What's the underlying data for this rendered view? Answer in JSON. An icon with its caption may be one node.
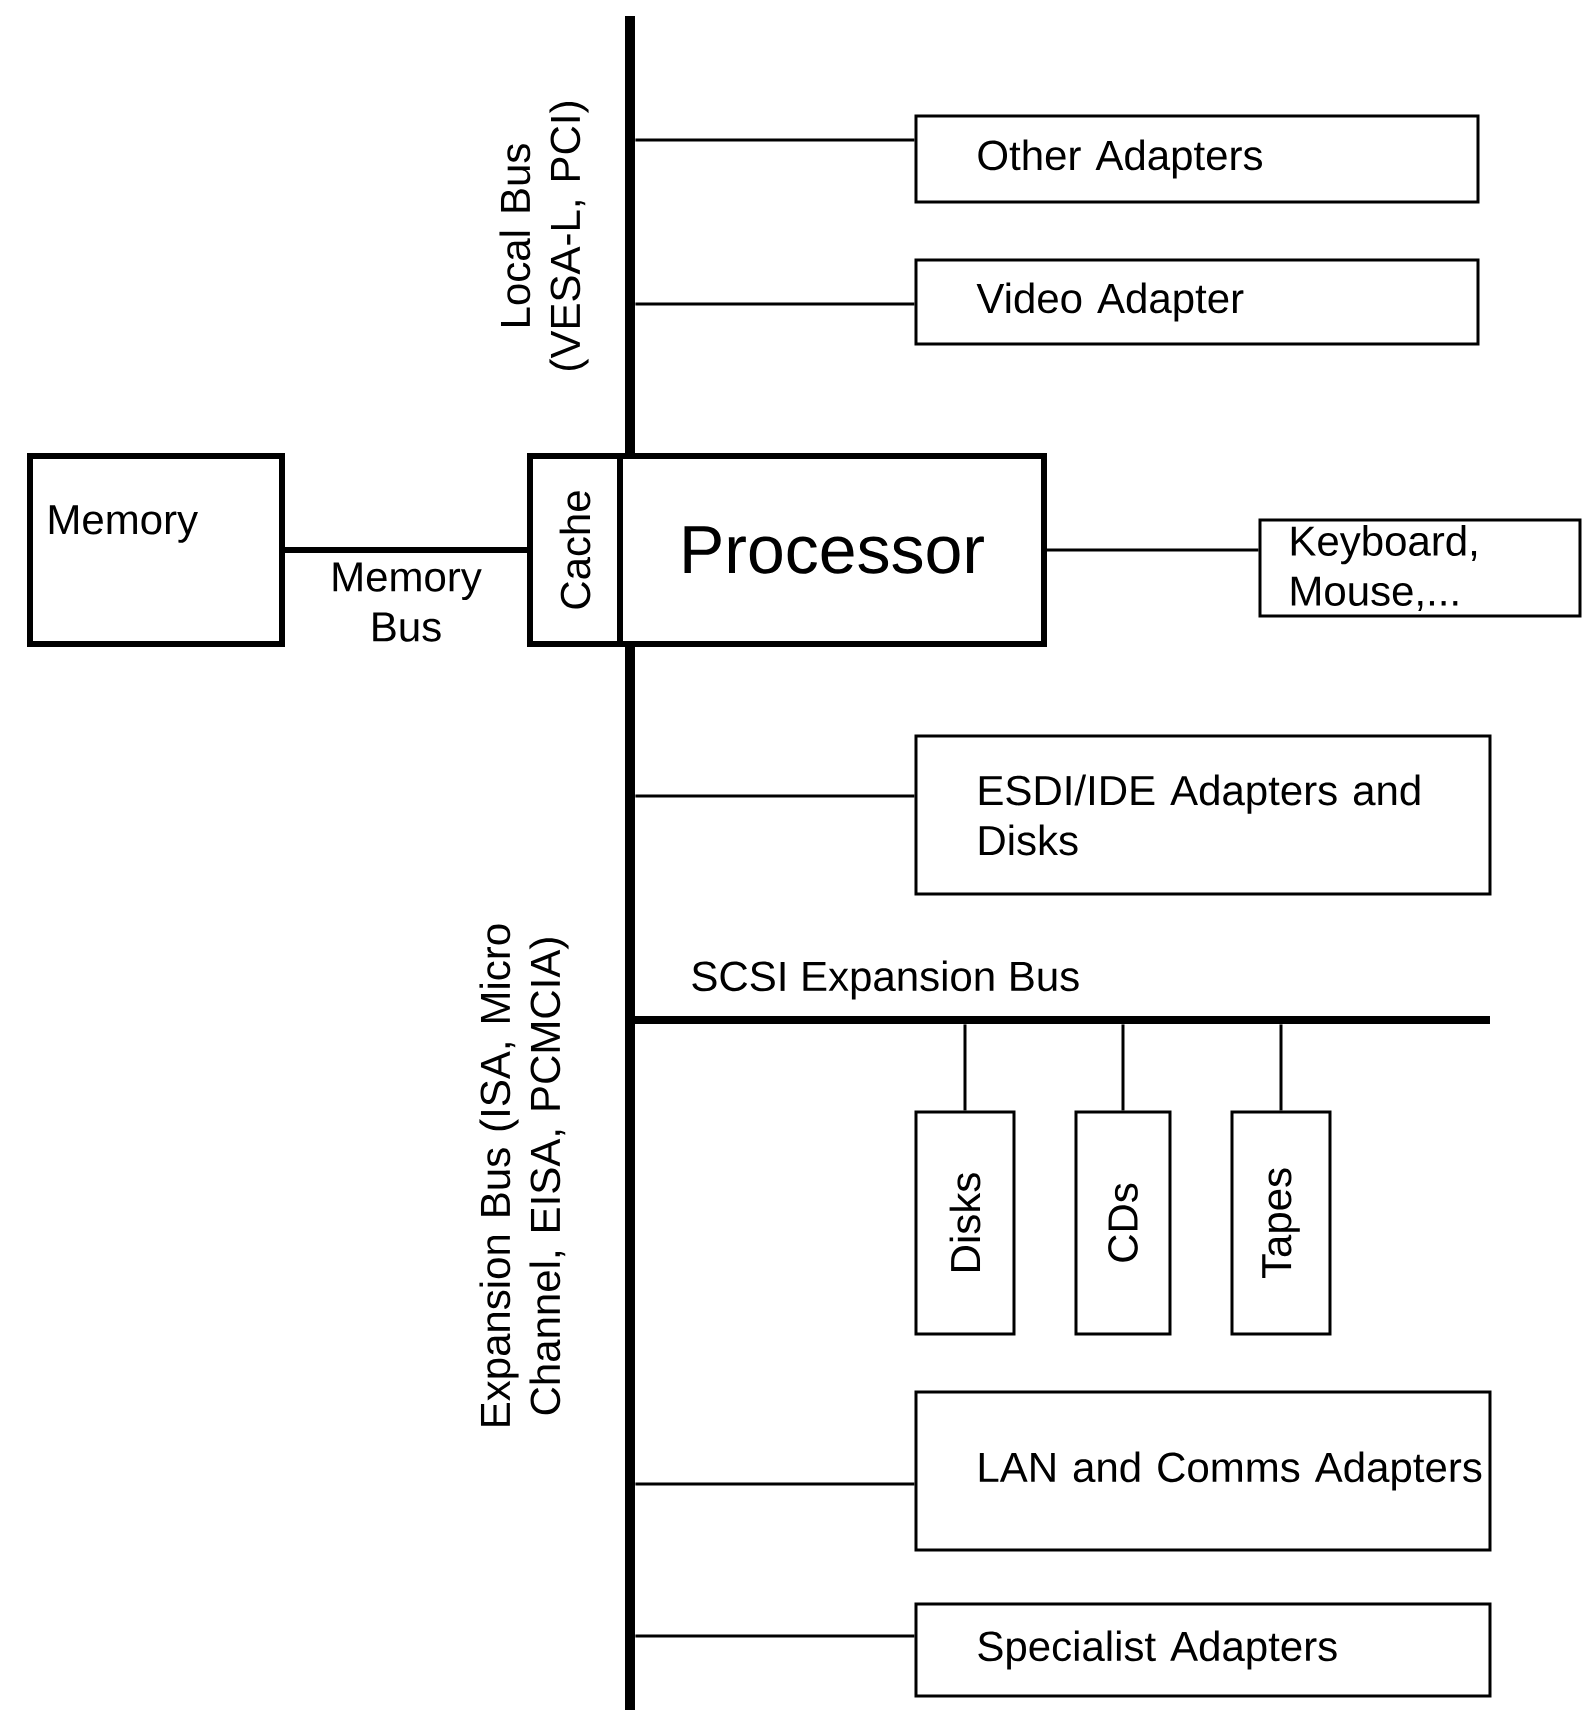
{
  "diagram": {
    "nodes": [
      {
        "text": [
          "Local Bus (VESA-L, PCI)"
        ]
      },
      {
        "text": [
          "Other Adapters"
        ]
      },
      {
        "text": [
          "Video Adapter"
        ]
      },
      {
        "text": [
          "Memory"
        ]
      },
      {
        "text": [
          "Cache"
        ]
      },
      {
        "text": [
          "Processor"
        ]
      },
      {
        "text": [
          "Keyboard, Mouse,..."
        ]
      },
      {
        "text": [
          "Expansion Bus (ISA, Micro Channel, EISA, PCMCIA)"
        ]
      },
      {
        "text": [
          "ESDI/IDE Adapters and Disks"
        ]
      },
      {
        "text": [
          "SCSI Expansion Bus"
        ]
      },
      {
        "text": [
          "Disks"
        ]
      },
      {
        "text": [
          "CDs"
        ]
      },
      {
        "text": [
          "Tapes"
        ]
      },
      {
        "text": [
          "LAN and Comms Adapters"
        ]
      },
      {
        "text": [
          "Specialist Adapters"
        ]
      }
    ],
    "edges": [
      {
        "from": 0,
        "to": 1,
        "arrow": "none"
      },
      {
        "from": 0,
        "to": 2,
        "arrow": "none"
      },
      {
        "from": 3,
        "to": 4,
        "arrow": "none",
        "label": "Memory Bus",
        "style": "thick"
      },
      {
        "from": 5,
        "to": 6,
        "arrow": "none"
      },
      {
        "from": 7,
        "to": 8,
        "arrow": "none"
      },
      {
        "from": 9,
        "to": 10,
        "arrow": "none"
      },
      {
        "from": 9,
        "to": 11,
        "arrow": "none"
      },
      {
        "from": 9,
        "to": 12,
        "arrow": "none"
      },
      {
        "from": 7,
        "to": 13,
        "arrow": "none"
      },
      {
        "from": 7,
        "to": 14,
        "arrow": "none"
      }
    ]
  }
}
